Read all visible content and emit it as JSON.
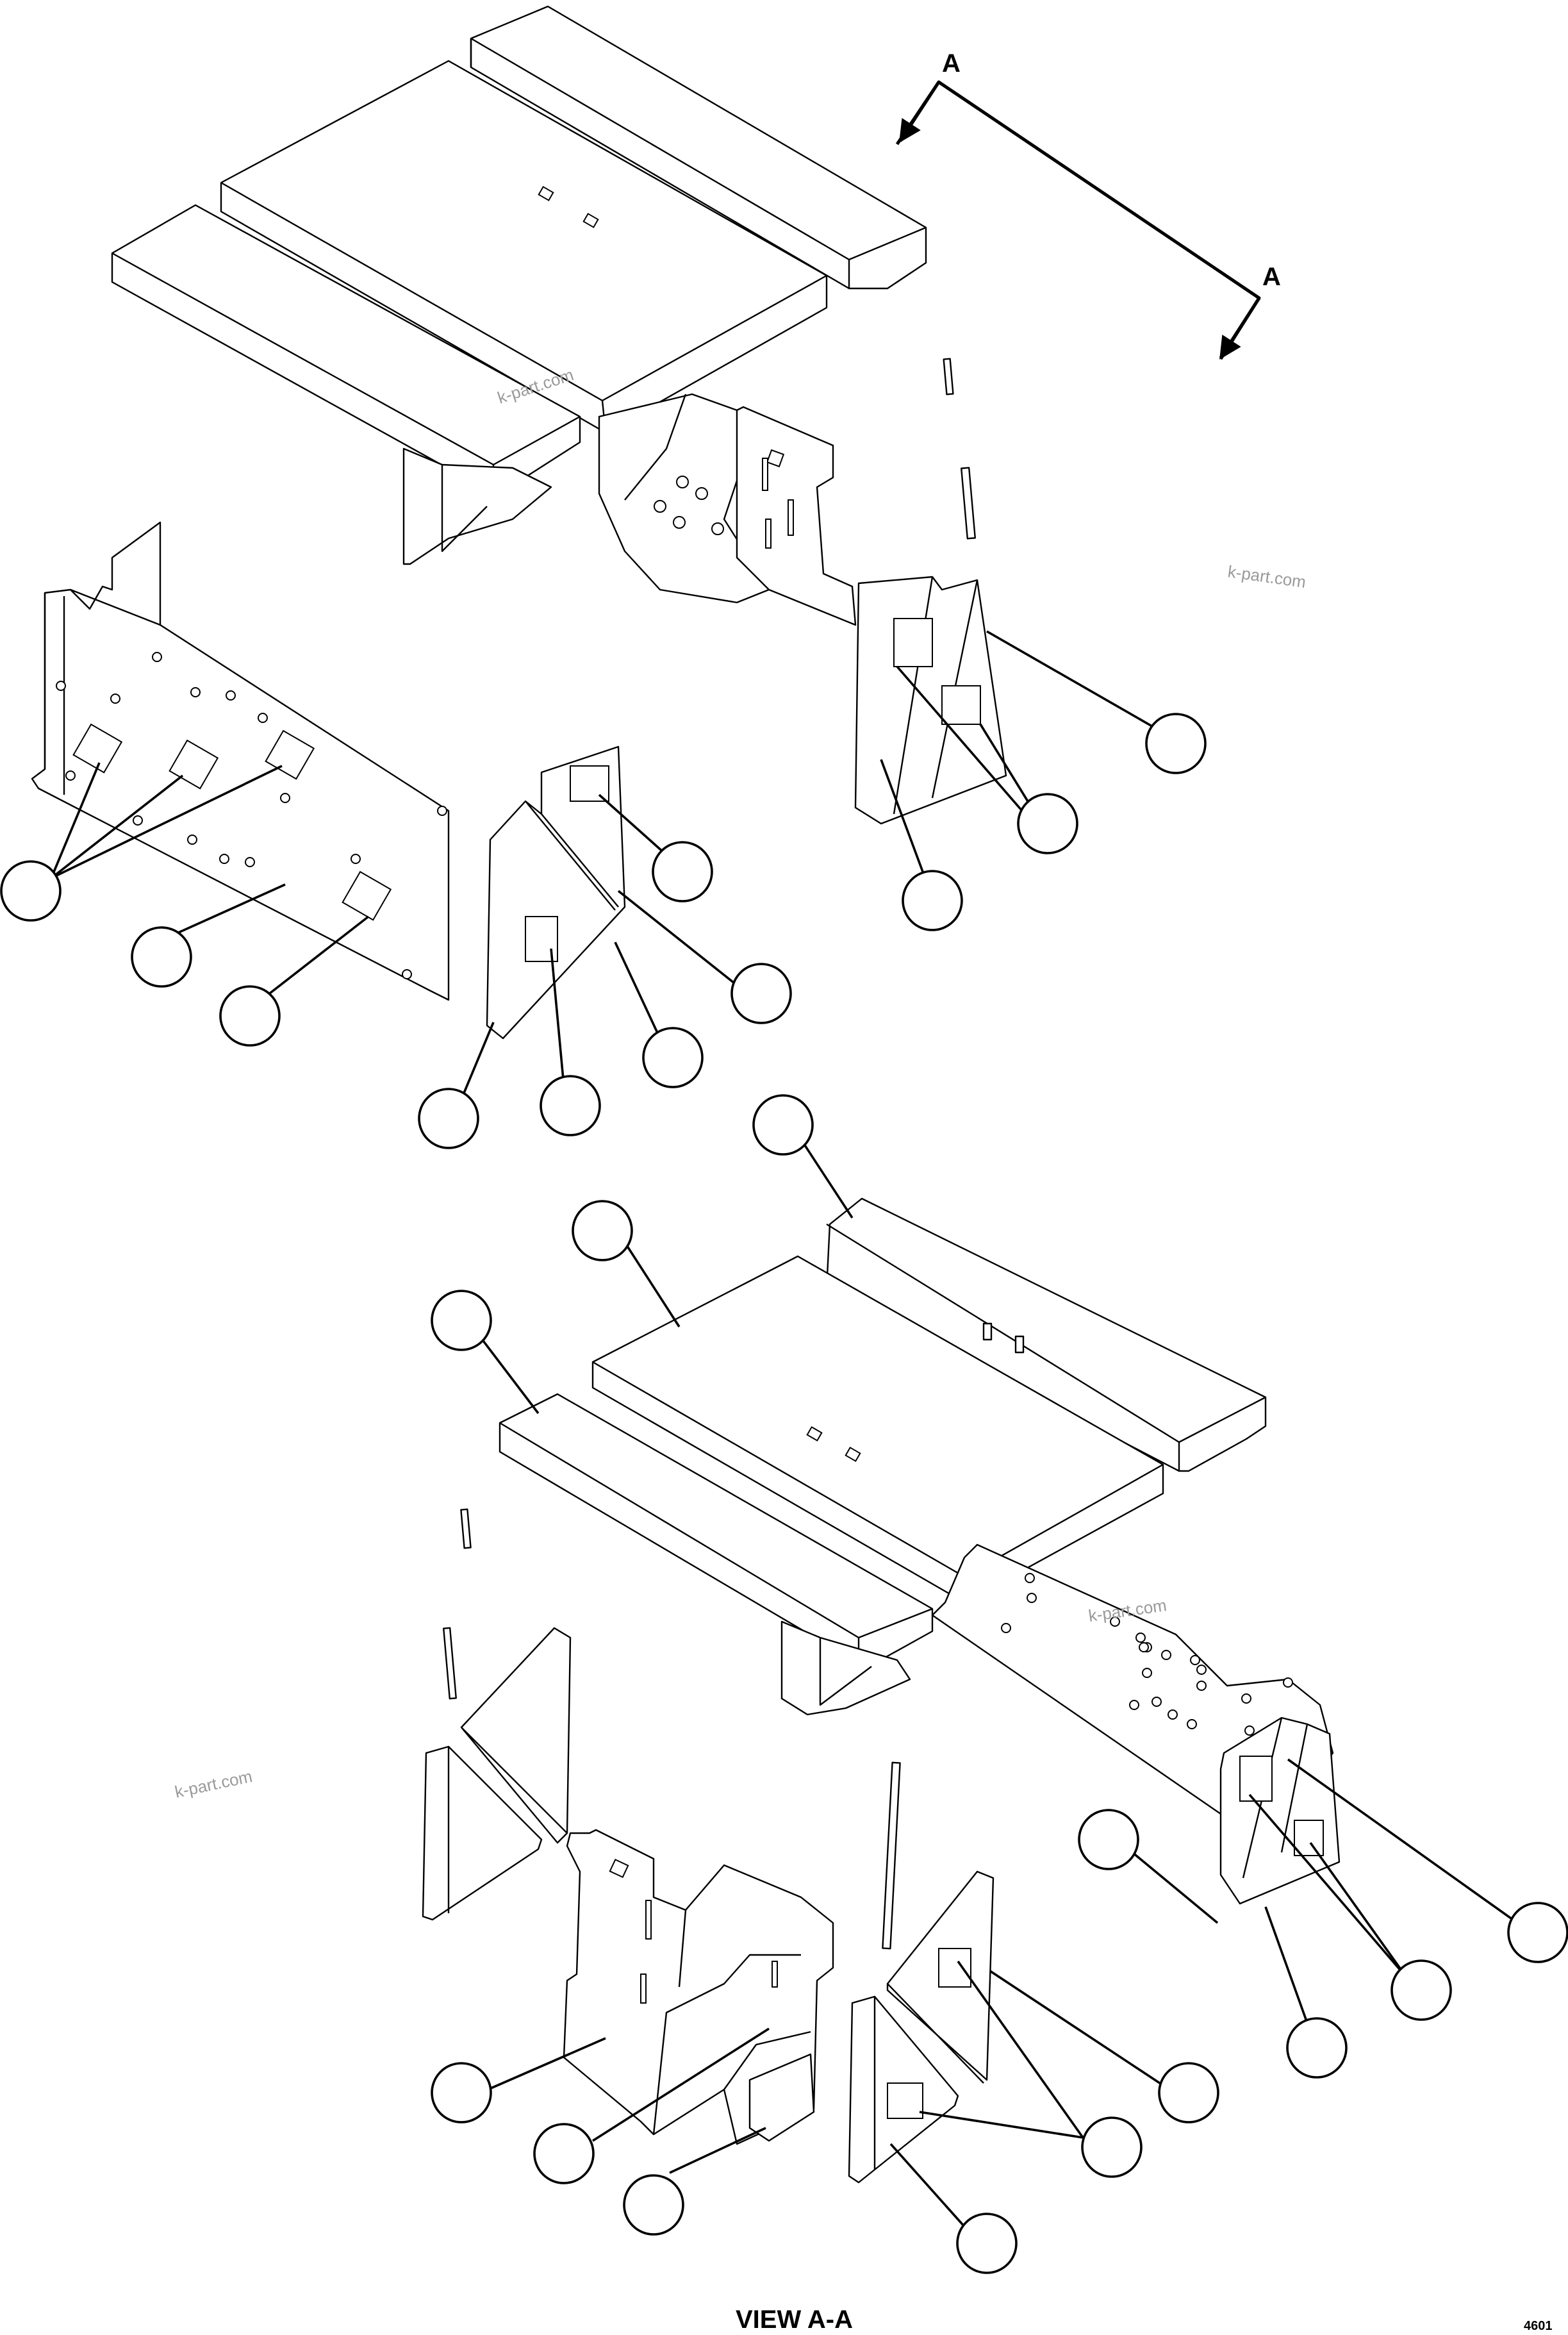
{
  "section_marker": {
    "letter": "A"
  },
  "watermark": {
    "text": "k-part.com"
  },
  "view_label": "VIEW A-A",
  "drawing_code": "4601"
}
